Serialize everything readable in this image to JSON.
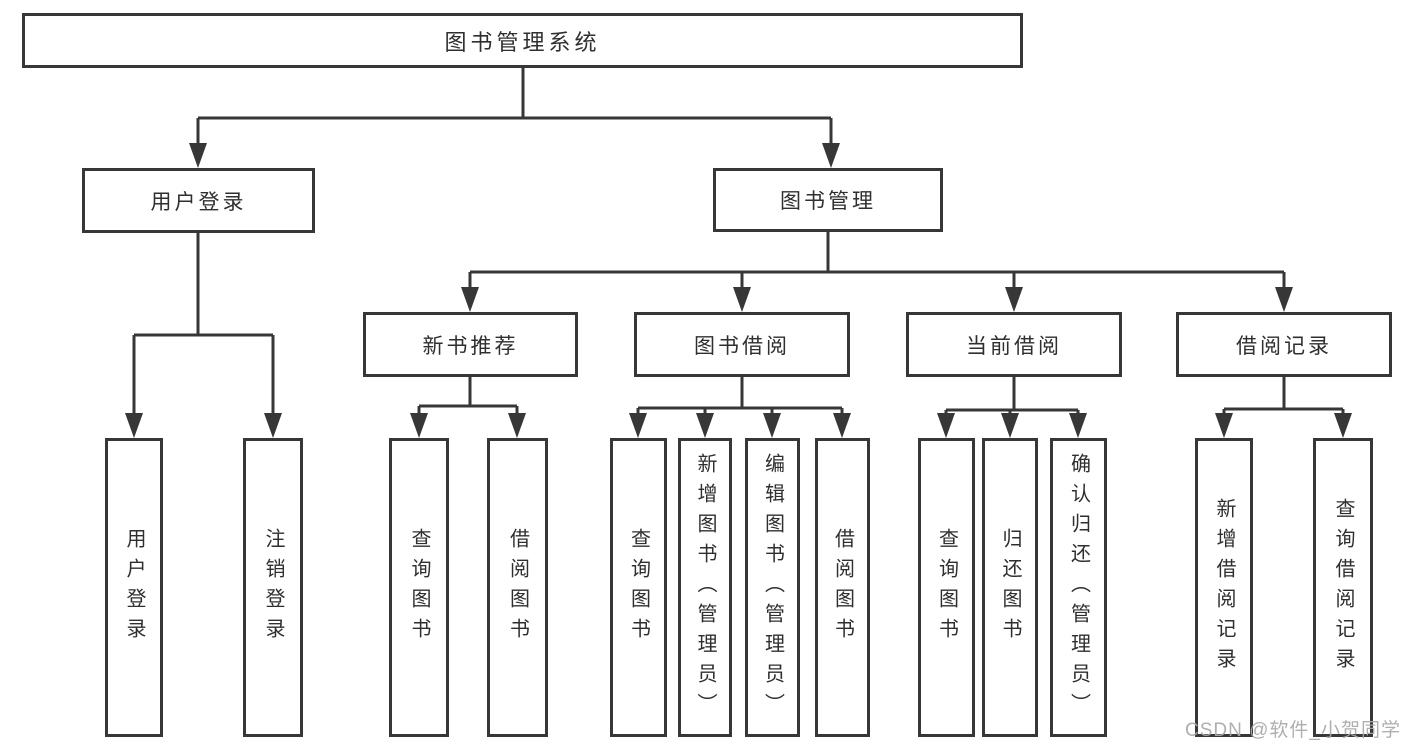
{
  "diagram": {
    "root": {
      "label": "图书管理系统"
    },
    "level2": [
      {
        "label": "用户登录"
      },
      {
        "label": "图书管理"
      }
    ],
    "level3": [
      {
        "label": "新书推荐"
      },
      {
        "label": "图书借阅"
      },
      {
        "label": "当前借阅"
      },
      {
        "label": "借阅记录"
      }
    ],
    "leaves": [
      {
        "label": "用户登录"
      },
      {
        "label": "注销登录"
      },
      {
        "label": "查询图书"
      },
      {
        "label": "借阅图书"
      },
      {
        "label": "查询图书"
      },
      {
        "label": "新增图书（管理员）"
      },
      {
        "label": "编辑图书（管理员）"
      },
      {
        "label": "借阅图书"
      },
      {
        "label": "查询图书"
      },
      {
        "label": "归还图书"
      },
      {
        "label": "确认归还（管理员）"
      },
      {
        "label": "新增借阅记录"
      },
      {
        "label": "查询借阅记录"
      }
    ]
  },
  "watermark": {
    "text": "CSDN @软件_小贺同学"
  },
  "colors": {
    "line": "#373737",
    "box_border": "#373737",
    "text": "#2f2f2f",
    "watermark": "#a9a9a9",
    "background": "#ffffff"
  }
}
